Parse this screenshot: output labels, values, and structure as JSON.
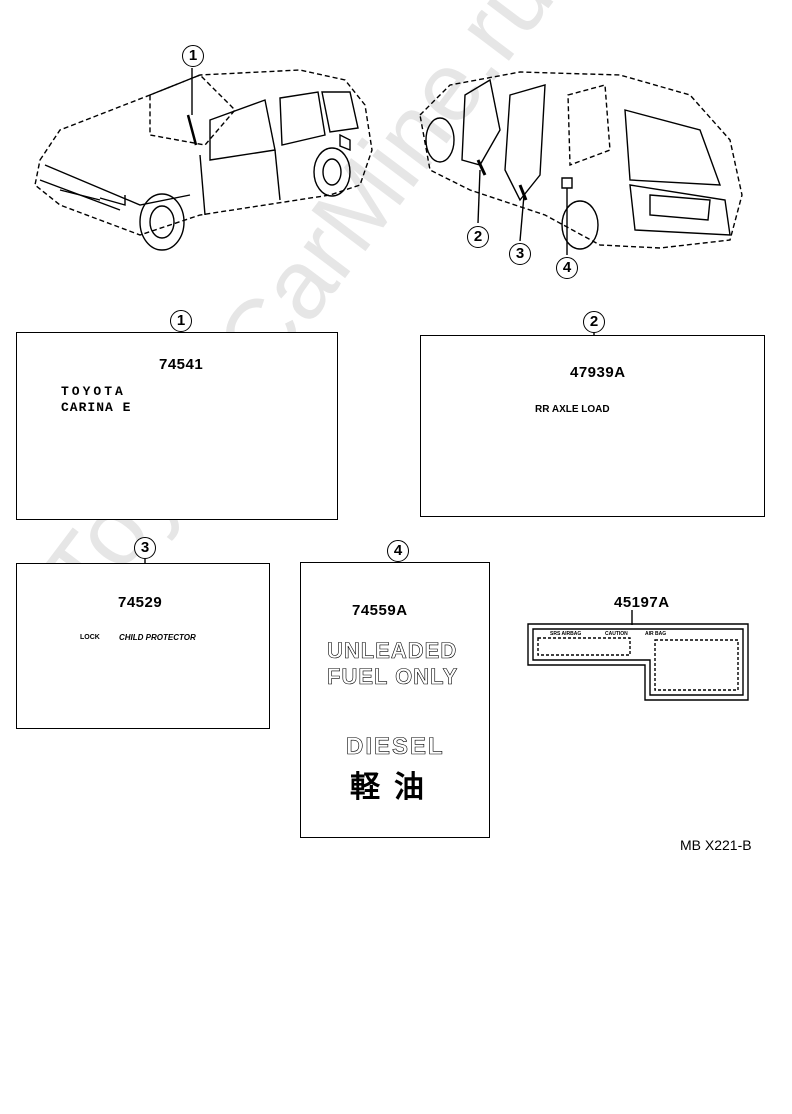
{
  "watermark": "ToyotaCarMine.ru",
  "callouts": {
    "c1": "1",
    "c2": "2",
    "c3": "3",
    "c4": "4"
  },
  "parts": {
    "p1": "74541",
    "p2": "47939A",
    "p3": "74529",
    "p4": "74559A",
    "p5": "45197A"
  },
  "label1": {
    "brand_line1": "TOYOTA",
    "brand_line2": "CARINA E"
  },
  "label2": {
    "header": "RR AXLE LOAD"
  },
  "label3": {
    "lock": "LOCK",
    "title": "CHILD PROTECTOR"
  },
  "label4": {
    "unleaded_line1": "UNLEADED",
    "unleaded_line2": "FUEL ONLY",
    "diesel_line1": "DIESEL",
    "diesel_line2": "軽油"
  },
  "label5": {
    "left": "SRS AIRBAG",
    "mid": "CAUTION",
    "right": "AIR BAG"
  },
  "diagram_code": "MB X221-B"
}
